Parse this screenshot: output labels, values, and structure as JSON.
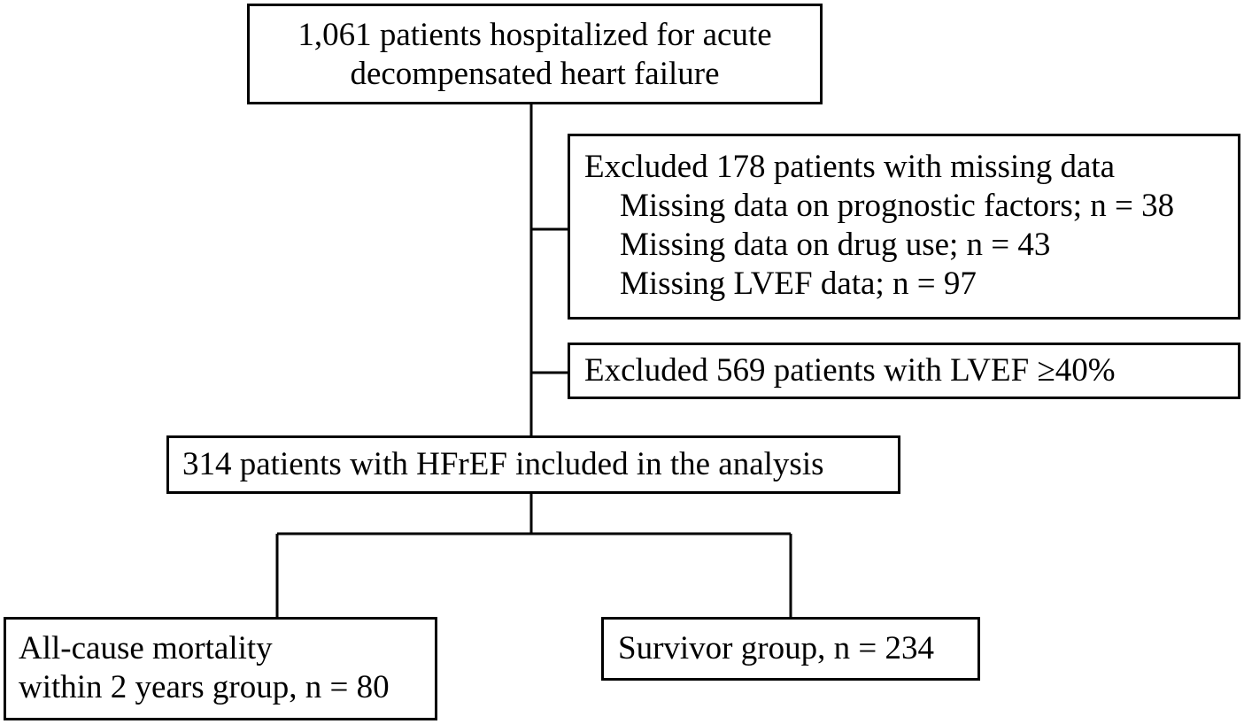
{
  "flowchart": {
    "enrolled": {
      "line1": "1,061 patients hospitalized for acute",
      "line2": "decompensated heart failure"
    },
    "exclusion_missing": {
      "heading": "Excluded 178 patients with missing data",
      "items": [
        "Missing data on prognostic factors; n = 38",
        "Missing data on drug use; n = 43",
        "Missing LVEF data; n = 97"
      ]
    },
    "exclusion_lvef": {
      "text": "Excluded 569 patients with LVEF ≥40%"
    },
    "included": {
      "text": "314 patients with HFrEF included in the analysis"
    },
    "mortality_group": {
      "line1": "All-cause mortality",
      "line2": "within 2 years group, n = 80"
    },
    "survivor_group": {
      "text": "Survivor group, n = 234"
    }
  },
  "colors": {
    "line": "#000000",
    "background": "#ffffff"
  }
}
